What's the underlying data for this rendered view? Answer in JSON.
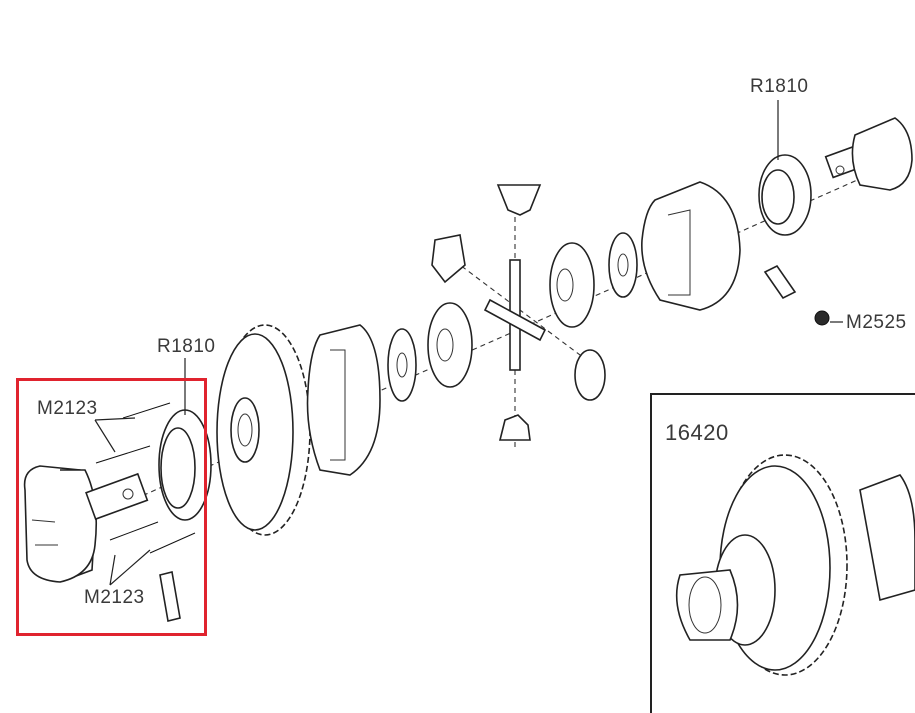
{
  "labels": {
    "bearing_left": "R1810",
    "bearing_right": "R1810",
    "screw_top": "M2123",
    "screw_bottom": "M2123",
    "set_screw": "M2525",
    "assembly_part_number": "16420"
  },
  "colors": {
    "highlight_box": "#e0232e"
  }
}
